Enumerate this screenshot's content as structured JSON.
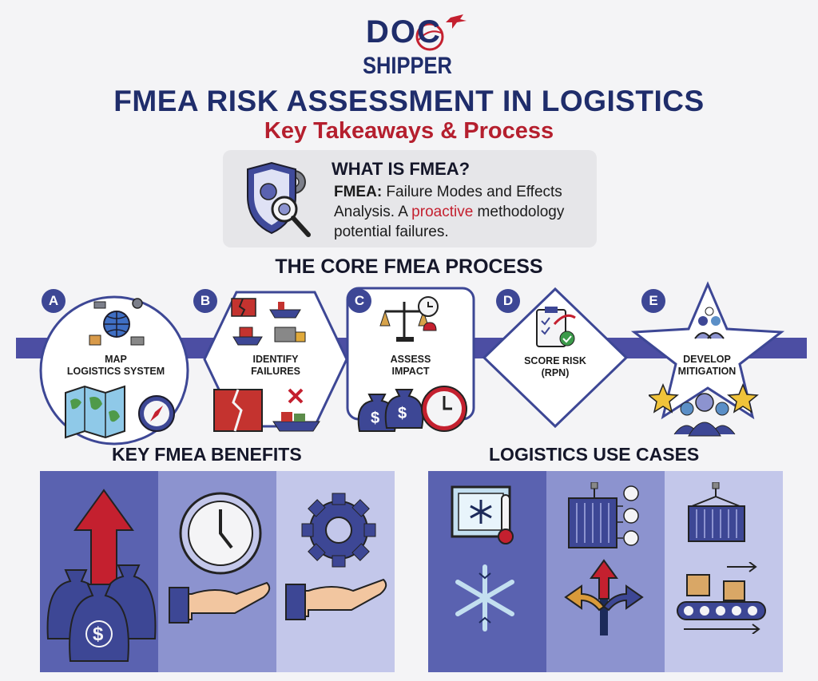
{
  "logo": {
    "line1": "DOC",
    "line2": "SHIPPER"
  },
  "title": "FMEA RISK ASSESSMENT IN LOGISTICS",
  "subtitle": "Key Takeaways & Process",
  "what": {
    "heading": "WHAT IS FMEA?",
    "term": "FMEA:",
    "text_before": " Failure Modes and Effects Analysis. A ",
    "highlight": "proactive",
    "text_after": " methodology potential failures."
  },
  "process": {
    "heading": "THE CORE FMEA PROCESS",
    "steps": [
      {
        "letter": "A",
        "line1": "MAP",
        "line2": "LOGISTICS SYSTEM"
      },
      {
        "letter": "B",
        "line1": "IDENTIFY",
        "line2": "FAILURES"
      },
      {
        "letter": "C",
        "line1": "ASSESS",
        "line2": "IMPACT"
      },
      {
        "letter": "D",
        "line1": "SCORE RISK",
        "line2": "(RPN)"
      },
      {
        "letter": "E",
        "line1": "DEVELOP",
        "line2": "MITIGATION"
      }
    ]
  },
  "benefits": {
    "heading": "KEY FMEA BENEFITS"
  },
  "use_cases": {
    "heading": "LOGISTICS USE CASES"
  },
  "colors": {
    "navy": "#1f2d6b",
    "red": "#b51f2e",
    "panel_dark": "#5a62b0",
    "panel_mid": "#8c93cf",
    "panel_light": "#c3c7ea"
  }
}
